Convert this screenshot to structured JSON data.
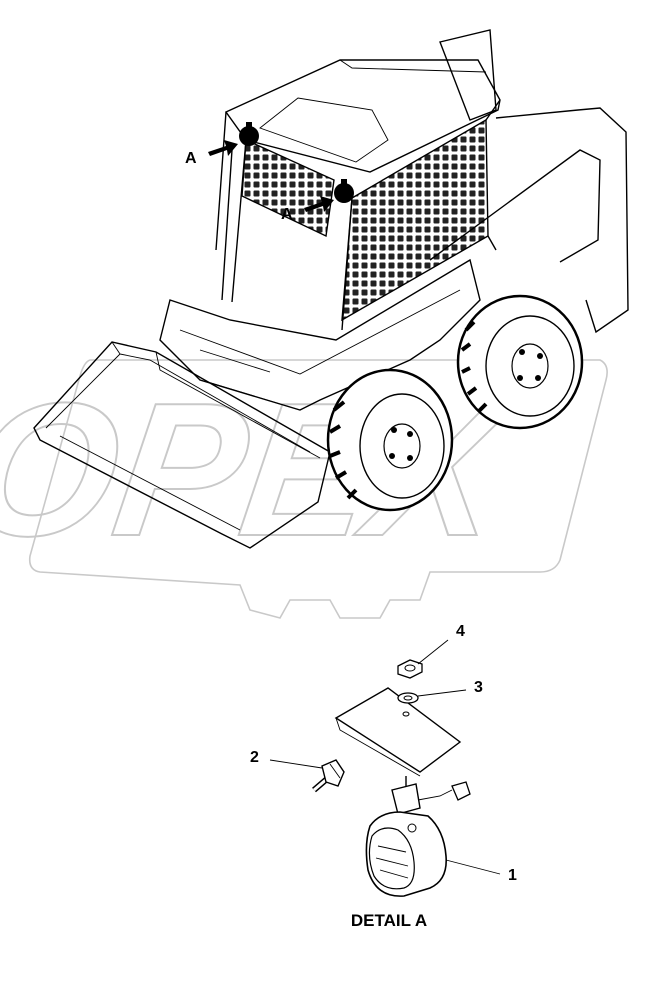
{
  "watermark": {
    "text": "OPEX",
    "color": "#c9c9c9"
  },
  "callouts": {
    "a_upper": "A",
    "a_lower": "A",
    "part_1": "1",
    "part_2": "2",
    "part_3": "3",
    "part_4": "4"
  },
  "detail_title": "DETAIL A",
  "colors": {
    "ink": "#000000",
    "background": "#ffffff"
  }
}
